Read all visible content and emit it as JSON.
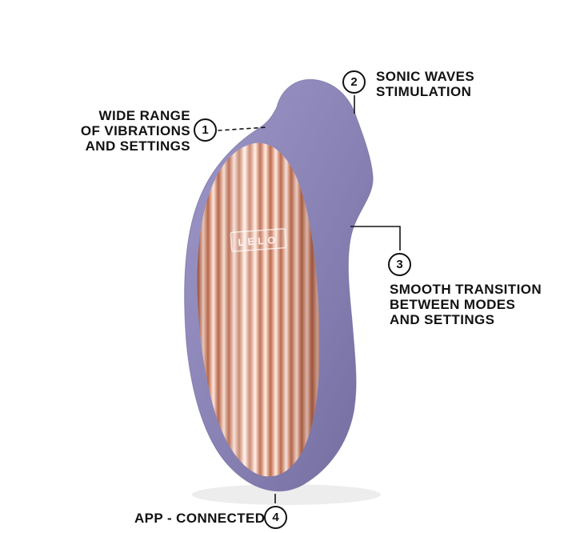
{
  "product": {
    "brand": "LELO",
    "body_color": "#8a84b6",
    "shell_color": "#e8a98f",
    "line_color": "#151515"
  },
  "callouts": [
    {
      "number": "1",
      "lines": [
        "WIDE RANGE",
        "OF VIBRATIONS",
        "AND SETTINGS"
      ]
    },
    {
      "number": "2",
      "lines": [
        "SONIC WAVES",
        "STIMULATION"
      ]
    },
    {
      "number": "3",
      "lines": [
        "SMOOTH TRANSITION",
        "BETWEEN MODES",
        "AND SETTINGS"
      ]
    },
    {
      "number": "4",
      "lines": [
        "APP - CONNECTED"
      ]
    }
  ]
}
